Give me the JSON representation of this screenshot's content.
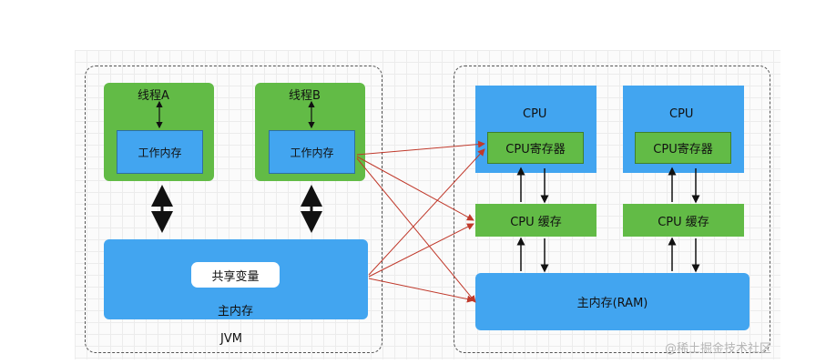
{
  "jvm": {
    "title": "JVM",
    "thread_a": {
      "label": "线程A",
      "work_memory": "工作内存"
    },
    "thread_b": {
      "label": "线程B",
      "work_memory": "工作内存"
    },
    "main_memory": {
      "label": "主内存",
      "shared_variable": "共享变量"
    }
  },
  "hardware": {
    "cpu1": {
      "label": "CPU",
      "register": "CPU寄存器",
      "cache": "CPU 缓存"
    },
    "cpu2": {
      "label": "CPU",
      "register": "CPU寄存器",
      "cache": "CPU 缓存"
    },
    "ram": {
      "label": "主内存(RAM)"
    }
  },
  "watermark": "@稀土掘金技术社区",
  "colors": {
    "green": "#62bb46",
    "blue": "#42a5f0",
    "arrow_red": "#c0392b"
  }
}
